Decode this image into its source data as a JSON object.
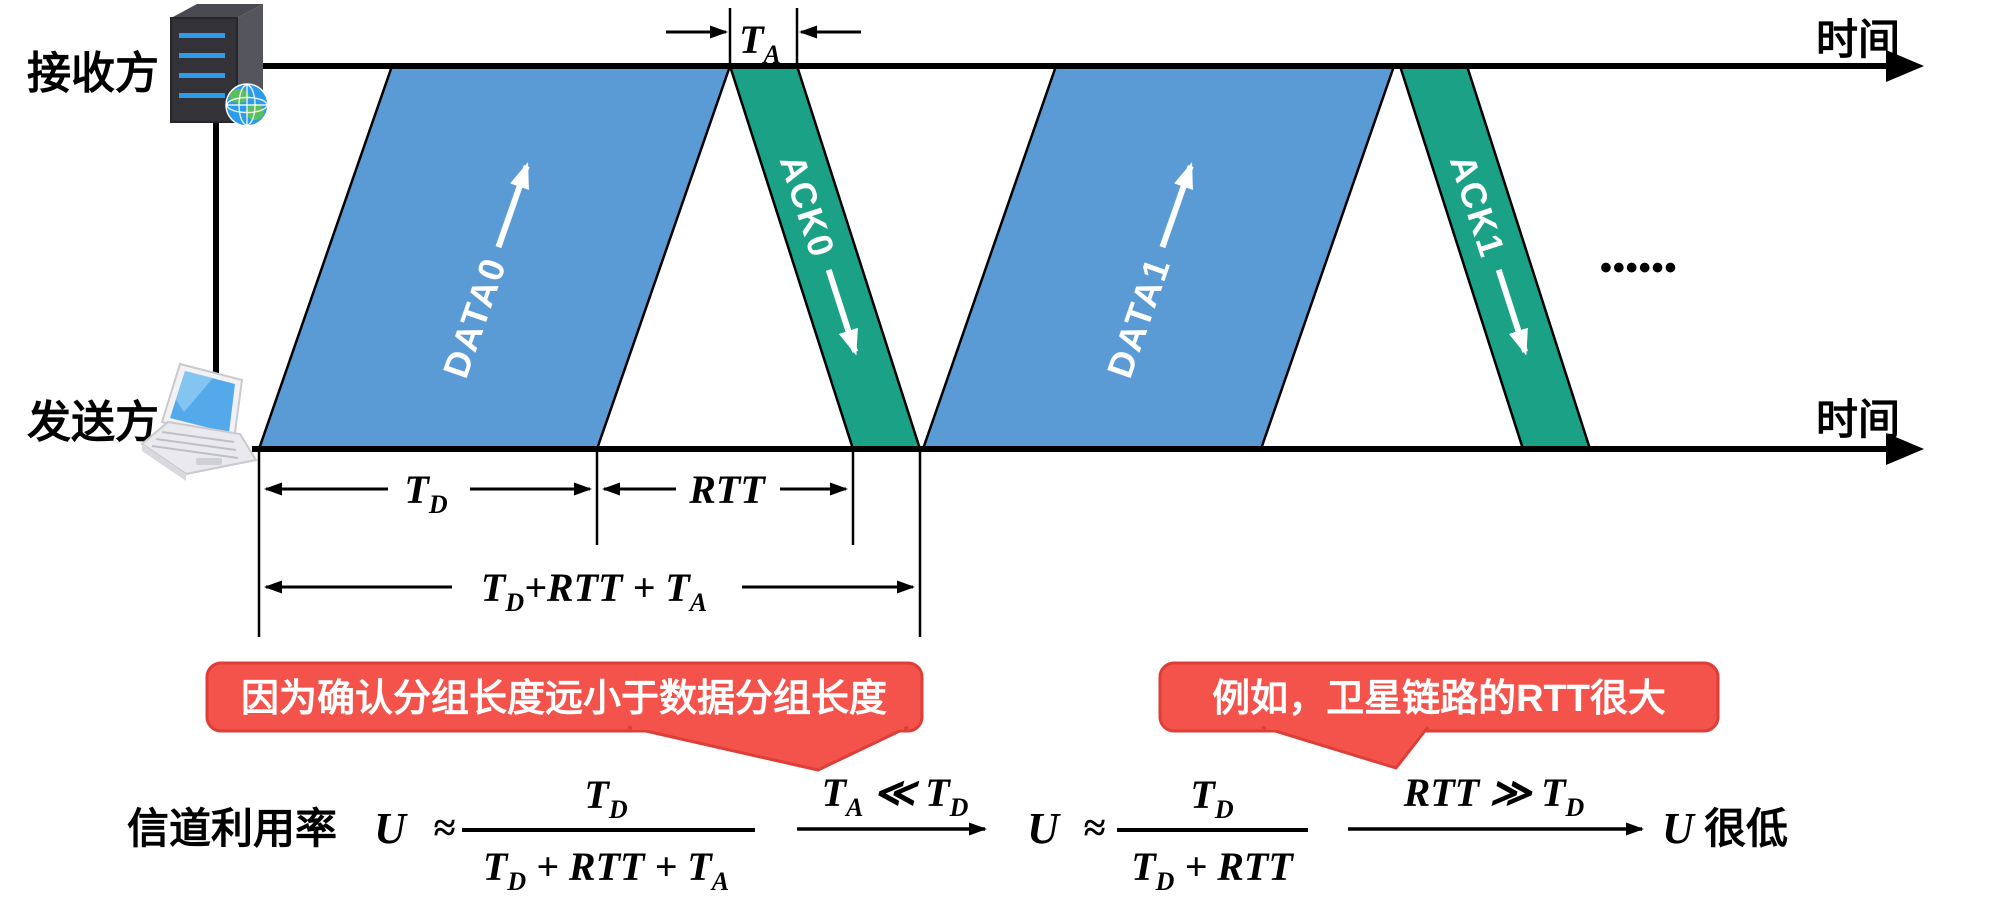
{
  "colors": {
    "data_packet": "#5B9BD5",
    "ack_packet": "#1BA185",
    "callout_fill": "#F3534B",
    "callout_border": "#DD3E38",
    "ink": "#000000",
    "packet_label": "#FFFFFF"
  },
  "parties": {
    "receiver": "接收方",
    "sender": "发送方"
  },
  "axes": {
    "time_top": "时间",
    "time_bottom": "时间"
  },
  "packets": {
    "data0": "DATA0",
    "ack0": "ACK0",
    "data1": "DATA1",
    "ack1": "ACK1"
  },
  "ellipsis": "••••••",
  "dims": {
    "ta_t": "T",
    "ta_s": "A",
    "td_t": "T",
    "td_s": "D",
    "rtt": "RTT",
    "total_1": "T",
    "total_1s": "D",
    "total_2": "+RTT + ",
    "total_3": "T",
    "total_3s": "A"
  },
  "callouts": {
    "left": "因为确认分组长度远小于数据分组长度",
    "right": "例如，卫星链路的RTT很大"
  },
  "formula": {
    "intro": "信道利用率",
    "u1": "U",
    "approx1": "≈",
    "f1_num_t": "T",
    "f1_num_s": "D",
    "f1_den_1": "T",
    "f1_den_1s": "D",
    "f1_den_2": " + RTT + ",
    "f1_den_3": "T",
    "f1_den_3s": "A",
    "cond1_1": "T",
    "cond1_1s": "A",
    "cond1_2": " ≪ ",
    "cond1_3": "T",
    "cond1_3s": "D",
    "u2": "U",
    "approx2": "≈",
    "f2_num_t": "T",
    "f2_num_s": "D",
    "f2_den_1": "T",
    "f2_den_1s": "D",
    "f2_den_2": " + RTT",
    "cond2_1": "RTT ≫ ",
    "cond2_2": "T",
    "cond2_2s": "D",
    "result_u": "U",
    "result_text": "很低"
  }
}
